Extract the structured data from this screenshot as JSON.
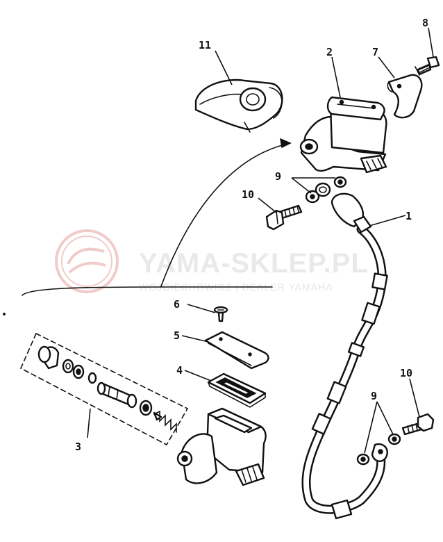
{
  "diagram": {
    "callouts": {
      "c1": "1",
      "c2": "2",
      "c3": "3",
      "c4": "4",
      "c5": "5",
      "c6": "6",
      "c7": "7",
      "c8": "8",
      "c9a": "9",
      "c9b": "9",
      "c10a": "10",
      "c10b": "10",
      "c11": "11"
    }
  },
  "watermark": {
    "brand": "YAMA-SKLEP.PL",
    "subtitle": "WOJCIECHOWICZ | DEALER YAMAHA",
    "accent_color": "#e7a0a0"
  }
}
